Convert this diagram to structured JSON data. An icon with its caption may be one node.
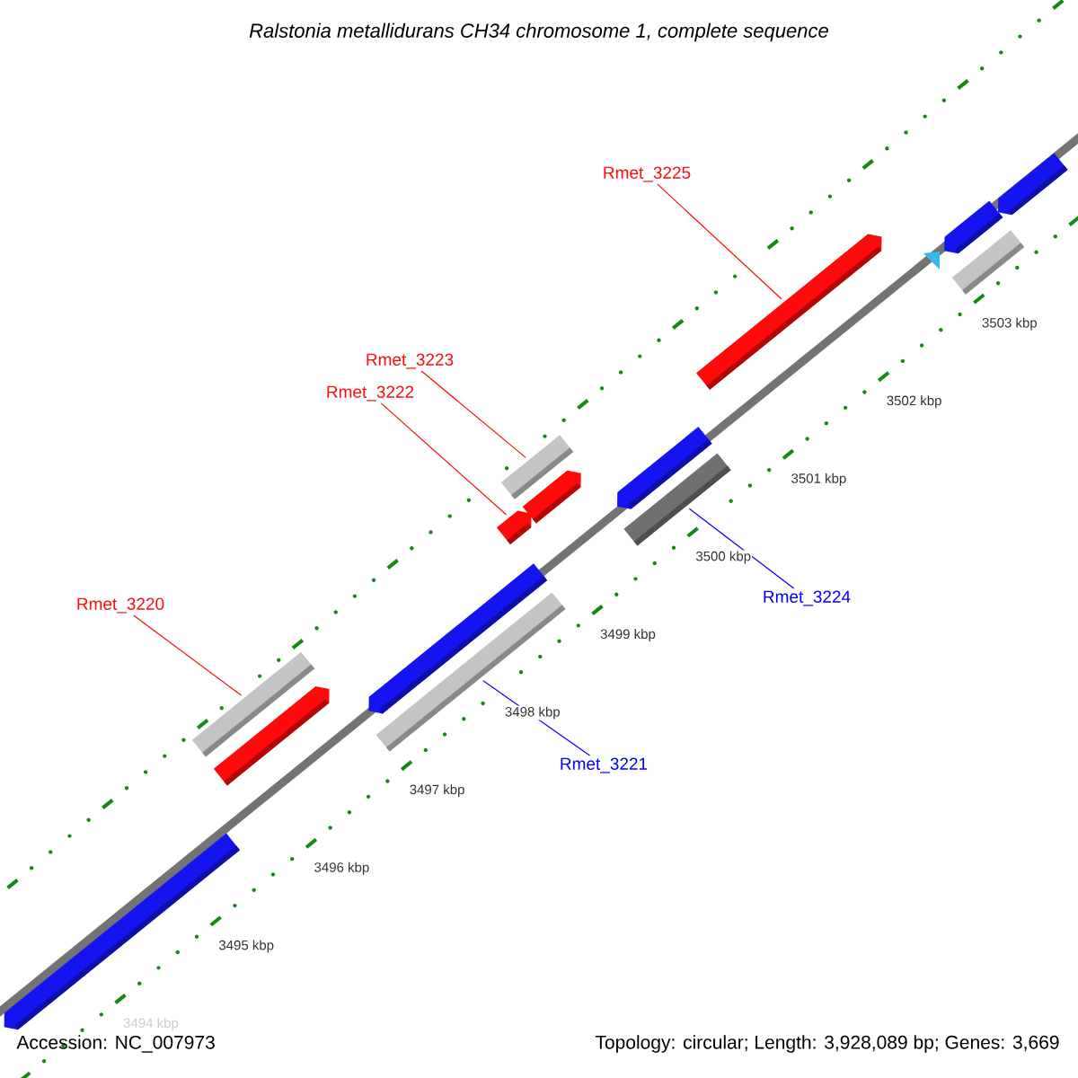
{
  "diagram": {
    "title": "Ralstonia metallidurans CH34 chromosome 1, complete sequence",
    "nodes": [
      {
        "text": [
          "Rmet_3225"
        ]
      },
      {
        "text": [
          "Rmet_3223"
        ]
      },
      {
        "text": [
          "Rmet_3222"
        ]
      },
      {
        "text": [
          "Rmet_3224"
        ]
      },
      {
        "text": [
          "Rmet_3220"
        ]
      },
      {
        "text": [
          "Rmet_3221"
        ]
      },
      {
        "text": [],
        "shape": "pentagon"
      },
      {
        "text": [],
        "shape": "bar"
      },
      {
        "text": [],
        "shape": "pentagon"
      },
      {
        "text": [],
        "shape": "pentagon"
      },
      {
        "text": [],
        "shape": "bar"
      },
      {
        "text": [],
        "shape": "pentagon"
      },
      {
        "text": [],
        "shape": "bar"
      },
      {
        "text": [],
        "shape": "pentagon"
      },
      {
        "text": [],
        "shape": "pentagon"
      },
      {
        "text": [],
        "shape": "bar"
      },
      {
        "text": [],
        "shape": "pentagon"
      },
      {
        "text": [],
        "shape": "triangle"
      },
      {
        "text": [],
        "shape": "pentagon"
      },
      {
        "text": [],
        "shape": "bar"
      },
      {
        "text": [],
        "shape": "pentagon"
      }
    ],
    "edges": [
      {
        "from": 0,
        "to": 16,
        "arrow": "none"
      },
      {
        "from": 1,
        "to": 12,
        "arrow": "none"
      },
      {
        "from": 2,
        "to": 11,
        "arrow": "none"
      },
      {
        "from": 3,
        "to": 15,
        "arrow": "none",
        "color": "#0000ff"
      },
      {
        "from": 4,
        "to": 7,
        "arrow": "none"
      },
      {
        "from": 5,
        "to": 10,
        "arrow": "none",
        "color": "#0000ff"
      }
    ],
    "labels": [
      "3494 kbp",
      "3495 kbp",
      "3496 kbp",
      "3497 kbp",
      "3498 kbp",
      "3499 kbp",
      "3500 kbp",
      "3501 kbp",
      "3502 kbp",
      "3503 kbp",
      "Accession: NC_007973",
      "Topology: circular; Length: 3,928,089 bp; Genes: 3,669"
    ]
  }
}
